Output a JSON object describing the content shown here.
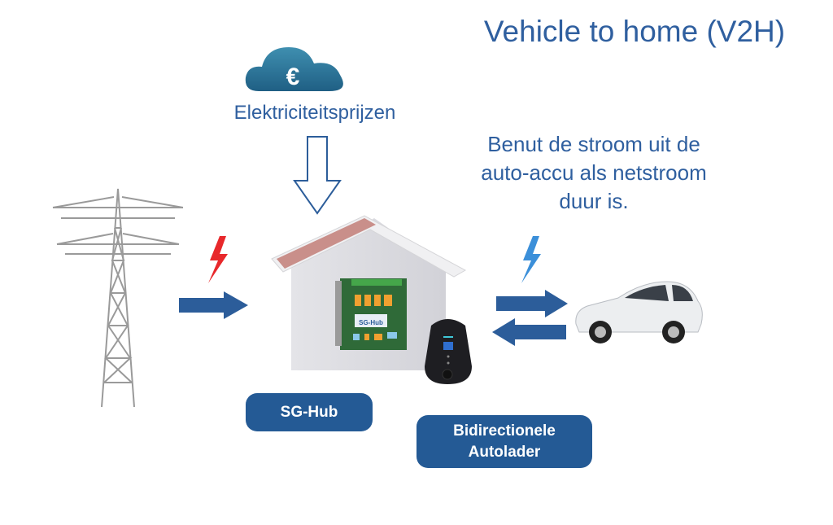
{
  "title": "Vehicle to home (V2H)",
  "prices_label": "Elektriciteitsprijzen",
  "benefit_lines": [
    "Benut de stroom uit de",
    "auto-accu als netstroom",
    "duur is."
  ],
  "hub_label": "SG-Hub",
  "charger_label_lines": [
    "Bidirectionele",
    "Autolader"
  ],
  "board_label": "SG-Hub",
  "cloud_symbol": "€",
  "colors": {
    "text": "#2f5f9f",
    "arrow": "#2c5d9a",
    "badge": "#245a95",
    "grid_bolt": "#e8282b",
    "car_bolt": "#3b8fd9"
  }
}
